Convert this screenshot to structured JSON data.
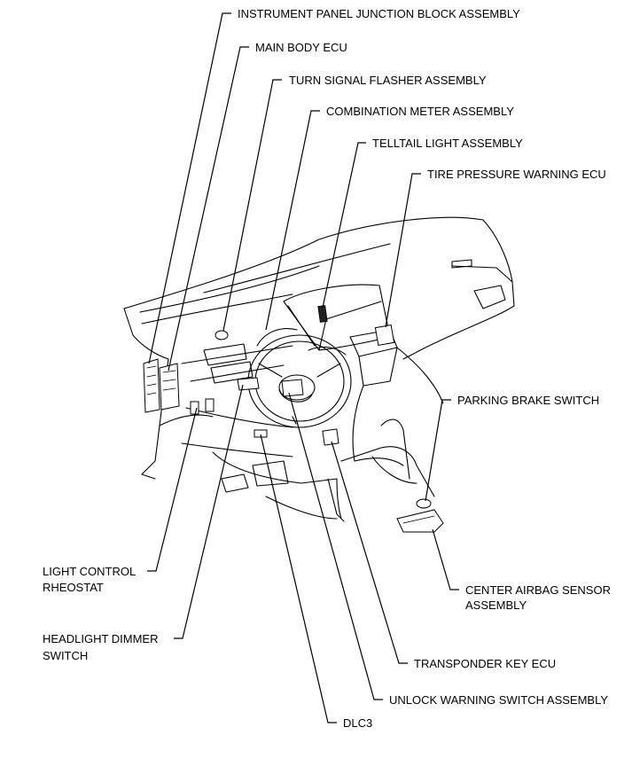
{
  "labels": {
    "ipjb": "INSTRUMENT PANEL JUNCTION BLOCK ASSEMBLY",
    "main_body_ecu": "MAIN BODY ECU",
    "turn_signal": "TURN SIGNAL FLASHER ASSEMBLY",
    "combination_meter": "COMBINATION METER ASSEMBLY",
    "telltail": "TELLTAIL LIGHT ASSEMBLY",
    "tire_pressure": "TIRE PRESSURE WARNING ECU",
    "parking_brake": "PARKING BRAKE SWITCH",
    "light_control_1": "LIGHT CONTROL",
    "light_control_2": "RHEOSTAT",
    "headlight_dimmer_1": "HEADLIGHT DIMMER",
    "headlight_dimmer_2": "SWITCH",
    "center_airbag_1": "CENTER AIRBAG SENSOR",
    "center_airbag_2": "ASSEMBLY",
    "transponder": "TRANSPONDER KEY ECU",
    "unlock_warning": "UNLOCK WARNING SWITCH ASSEMBLY",
    "dlc3": "DLC3"
  }
}
